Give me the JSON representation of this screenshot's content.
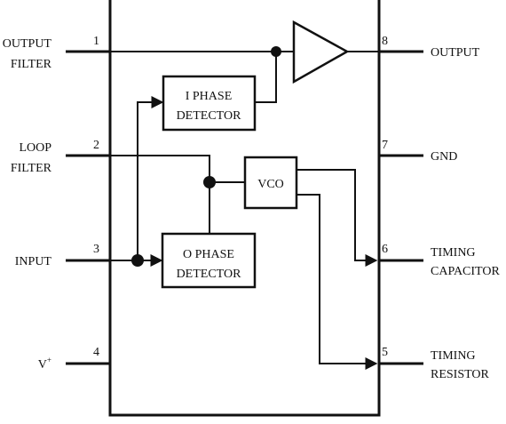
{
  "pins": {
    "p1": {
      "number": "1",
      "label_line1": "OUTPUT",
      "label_line2": "FILTER"
    },
    "p2": {
      "number": "2",
      "label_line1": "LOOP",
      "label_line2": "FILTER"
    },
    "p3": {
      "number": "3",
      "label": "INPUT"
    },
    "p4": {
      "number": "4",
      "label": "V",
      "label_sup": "+"
    },
    "p5": {
      "number": "5",
      "label_line1": "TIMING",
      "label_line2": "RESISTOR"
    },
    "p6": {
      "number": "6",
      "label_line1": "TIMING",
      "label_line2": "CAPACITOR"
    },
    "p7": {
      "number": "7",
      "label": "GND"
    },
    "p8": {
      "number": "8",
      "label": "OUTPUT"
    }
  },
  "blocks": {
    "i_phase": {
      "line1": "I PHASE",
      "line2": "DETECTOR"
    },
    "q_phase": {
      "line1": "O PHASE",
      "line2": "DETECTOR"
    },
    "vco": {
      "label": "VCO"
    }
  },
  "colors": {
    "line": "#111111",
    "background": "#ffffff"
  }
}
